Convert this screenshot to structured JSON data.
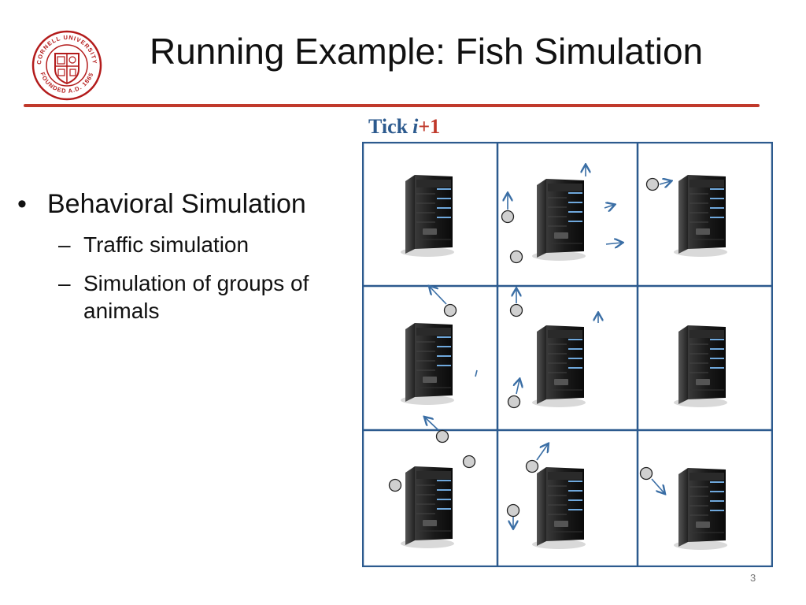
{
  "slide": {
    "title": "Running Example: Fish Simulation",
    "page_number": "3"
  },
  "logo": {
    "ring_text_top": "CORNELL UNIVERSITY",
    "ring_text_bottom": "FOUNDED A.D. 1865",
    "color": "#b31b1b"
  },
  "tick": {
    "word": "Tick",
    "variable": "i",
    "plus": "+",
    "number": "1"
  },
  "bullets": {
    "main": "Behavioral Simulation",
    "subs": [
      "Traffic simulation",
      "Simulation of groups of animals"
    ]
  },
  "diagram": {
    "rows": 3,
    "cols": 3,
    "cell_icon": "server-tower-icon",
    "fish_icon": "circle-fish-icon",
    "grid_color": "#2c5a8e",
    "arrow_color": "#3a6ea5"
  }
}
